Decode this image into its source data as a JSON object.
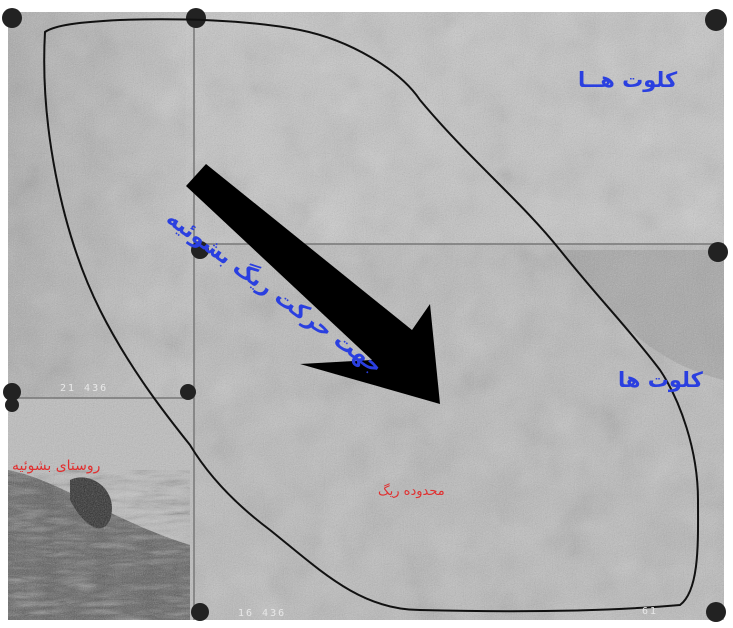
{
  "labels": {
    "kalut_top": "کلوت هــا",
    "kalut_right": "کلوت ها",
    "direction": "جهت حرکت ریگ بشوئیه",
    "sand_range": "محدوده ریگ",
    "village": "روستای بشوئیه"
  },
  "frame_numbers": {
    "frame_a": "21 436",
    "frame_b": "16 436",
    "frame_c": "61"
  },
  "colors": {
    "label_blue": "#2a3fe0",
    "label_red": "#e03030",
    "arrow": "#000000",
    "boundary": "#111111"
  },
  "icons": {
    "arrow": "movement-direction-arrow-icon"
  }
}
